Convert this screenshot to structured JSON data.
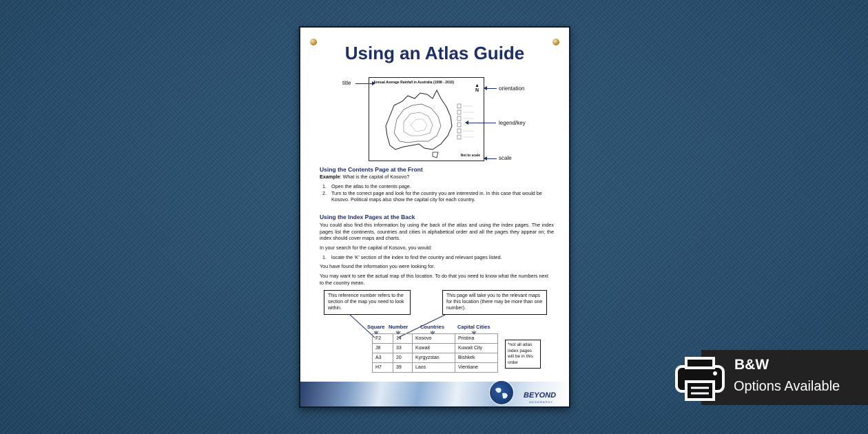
{
  "page": {
    "title": "Using an Atlas Guide"
  },
  "map": {
    "title": "Annual Average Rainfall in Australia (1998 - 2010)",
    "north": "N",
    "scale_text": "Not to scale",
    "annotations": {
      "title": "title",
      "orientation": "orientation",
      "legend": "legend/key",
      "scale": "scale"
    }
  },
  "contents_section": {
    "heading": "Using the Contents Page at the Front",
    "example_label": "Example",
    "example_text": ": What is the capital of Kosovo?",
    "steps": [
      {
        "n": "1.",
        "text": "Open the atlas to the contents page."
      },
      {
        "n": "2.",
        "text": "Turn to the correct page and look for the country you are interested in. In this case that would be Kosovo. Political maps also show the capital city for each country."
      }
    ]
  },
  "index_section": {
    "heading": "Using the Index Pages at the Back",
    "para1": "You could also find this information by using the back of the atlas and using the index pages. The index pages list the continents, countries and cities in alphabetical order and all the pages they appear on; the index should cover maps and charts.",
    "para2": "In your search for the capital of Kosovo, you would:",
    "steps": [
      {
        "n": "1.",
        "text": "locate the 'K' section of the index to find the country and relevant pages listed."
      }
    ],
    "para3": "You have found the information you were looking for.",
    "para4": "You may want to see the actual map of this location. To do that you need to know what the numbers next to the country mean."
  },
  "callouts": {
    "left": "This reference number refers to the section of the map you need to look within.",
    "right": "This page will take you to the relevant maps for this location (there may be more than one number)."
  },
  "table": {
    "headers": [
      "Square",
      "Number",
      "Countries",
      "Capital Cities"
    ],
    "rows": [
      [
        "F2",
        "14",
        "Kosovo",
        "Pristina"
      ],
      [
        "J8",
        "33",
        "Kuwait",
        "Kuwait City"
      ],
      [
        "A3",
        "20",
        "Kyrgyzstan",
        "Bishkek"
      ],
      [
        "H7",
        "39",
        "Laos",
        "Vientiane"
      ]
    ],
    "note": "*not all atlas index pages will be in this order"
  },
  "footer": {
    "brand": "BEYOND",
    "brand_sub": "GEOGRAPHY"
  },
  "badge": {
    "title": "B&W",
    "subtitle": "Options Available"
  },
  "colors": {
    "background": "#274d6c",
    "heading": "#1d2e6e",
    "badge": "#222222"
  }
}
